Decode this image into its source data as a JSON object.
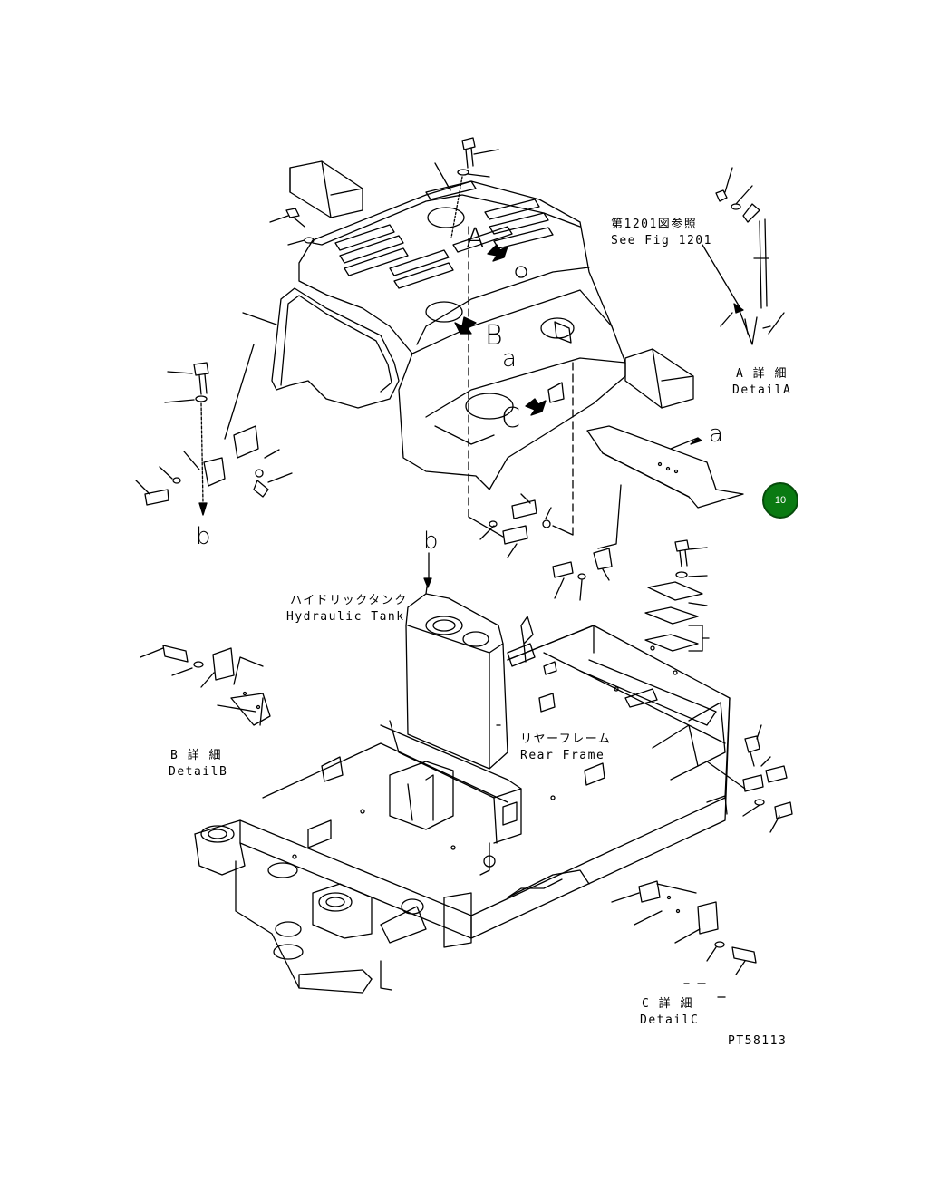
{
  "labels": {
    "see_fig_jp": "第1201図参照",
    "see_fig_en": "See Fig 1201",
    "detail_a_jp": "A 詳 細",
    "detail_a_en": "DetailA",
    "arrow_A": "A",
    "arrow_B": "B",
    "arrow_C": "C",
    "ref_a_upper": "a",
    "ref_a_right": "a",
    "ref_b_left": "b",
    "ref_b_tank": "b",
    "hydraulic_tank_jp": "ハイドリックタンク",
    "hydraulic_tank_en": "Hydraulic Tank",
    "rear_frame_jp": "リヤーフレーム",
    "rear_frame_en": "Rear Frame",
    "detail_b_jp": "B 詳 細",
    "detail_b_en": "DetailB",
    "detail_c_jp": "C 詳 細",
    "detail_c_en": "DetailC",
    "drawing_number": "PT58113"
  },
  "badge": {
    "value": "10",
    "color": "#0a7a12"
  }
}
